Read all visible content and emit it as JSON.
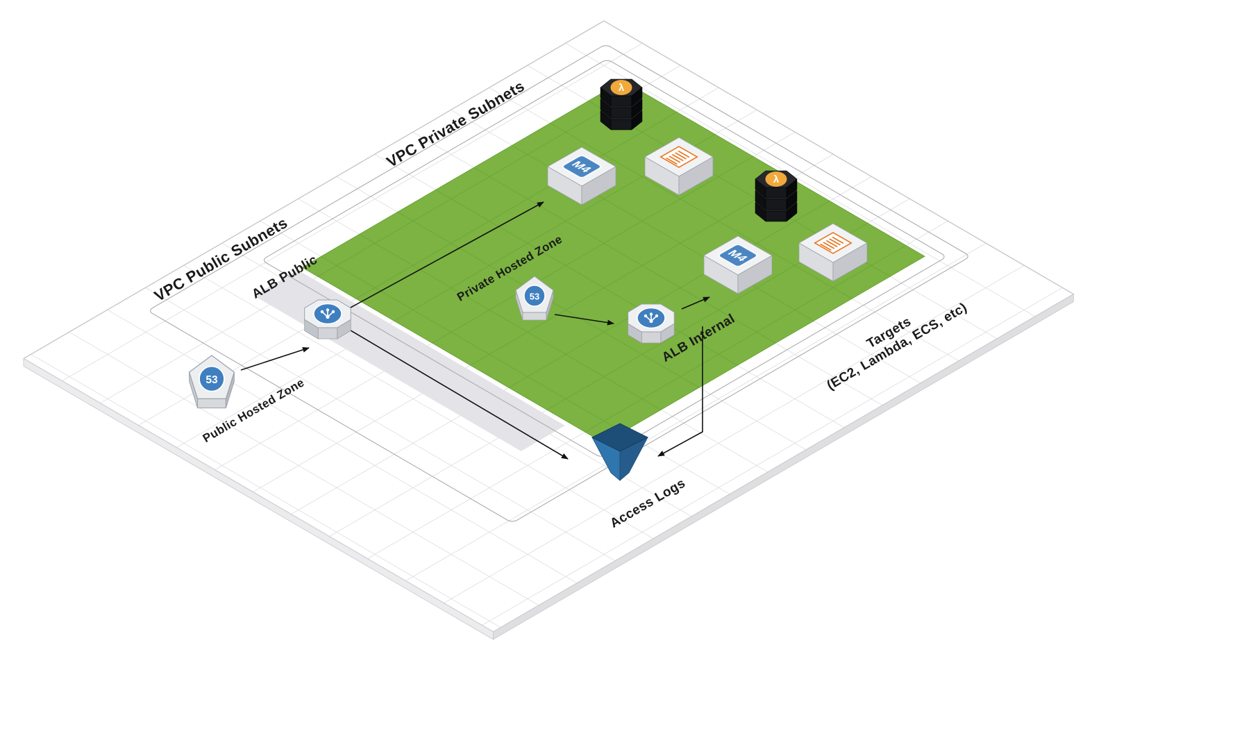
{
  "diagram": {
    "labels": {
      "vpc_public_subnets": "VPC Public Subnets",
      "vpc_private_subnets": "VPC Private Subnets",
      "alb_public": "ALB Public",
      "public_hosted_zone": "Public Hosted Zone",
      "private_hosted_zone": "Private Hosted Zone",
      "alb_internal": "ALB Internal",
      "access_logs": "Access Logs",
      "targets_line1": "Targets",
      "targets_line2": "(EC2, Lambda, ECS, etc)"
    },
    "icons": {
      "route53_badge": "53",
      "ec2_instance_badge": "M4",
      "lambda_glyph": "λ"
    },
    "colors": {
      "private_subnet_green": "#7CB342",
      "green_grid": "#69A437",
      "public_subnet_gray": "#E4E4E8",
      "route53_blue": "#3F7FBF",
      "alb_blue": "#3F7FBF",
      "lambda_orange": "#F2A93B",
      "m4_badge_blue": "#4C86C2",
      "container_orange": "#E8731A",
      "bucket_blue": "#3076AE",
      "bucket_blue_dark": "#1C4E78",
      "arrow_black": "#111111"
    }
  }
}
